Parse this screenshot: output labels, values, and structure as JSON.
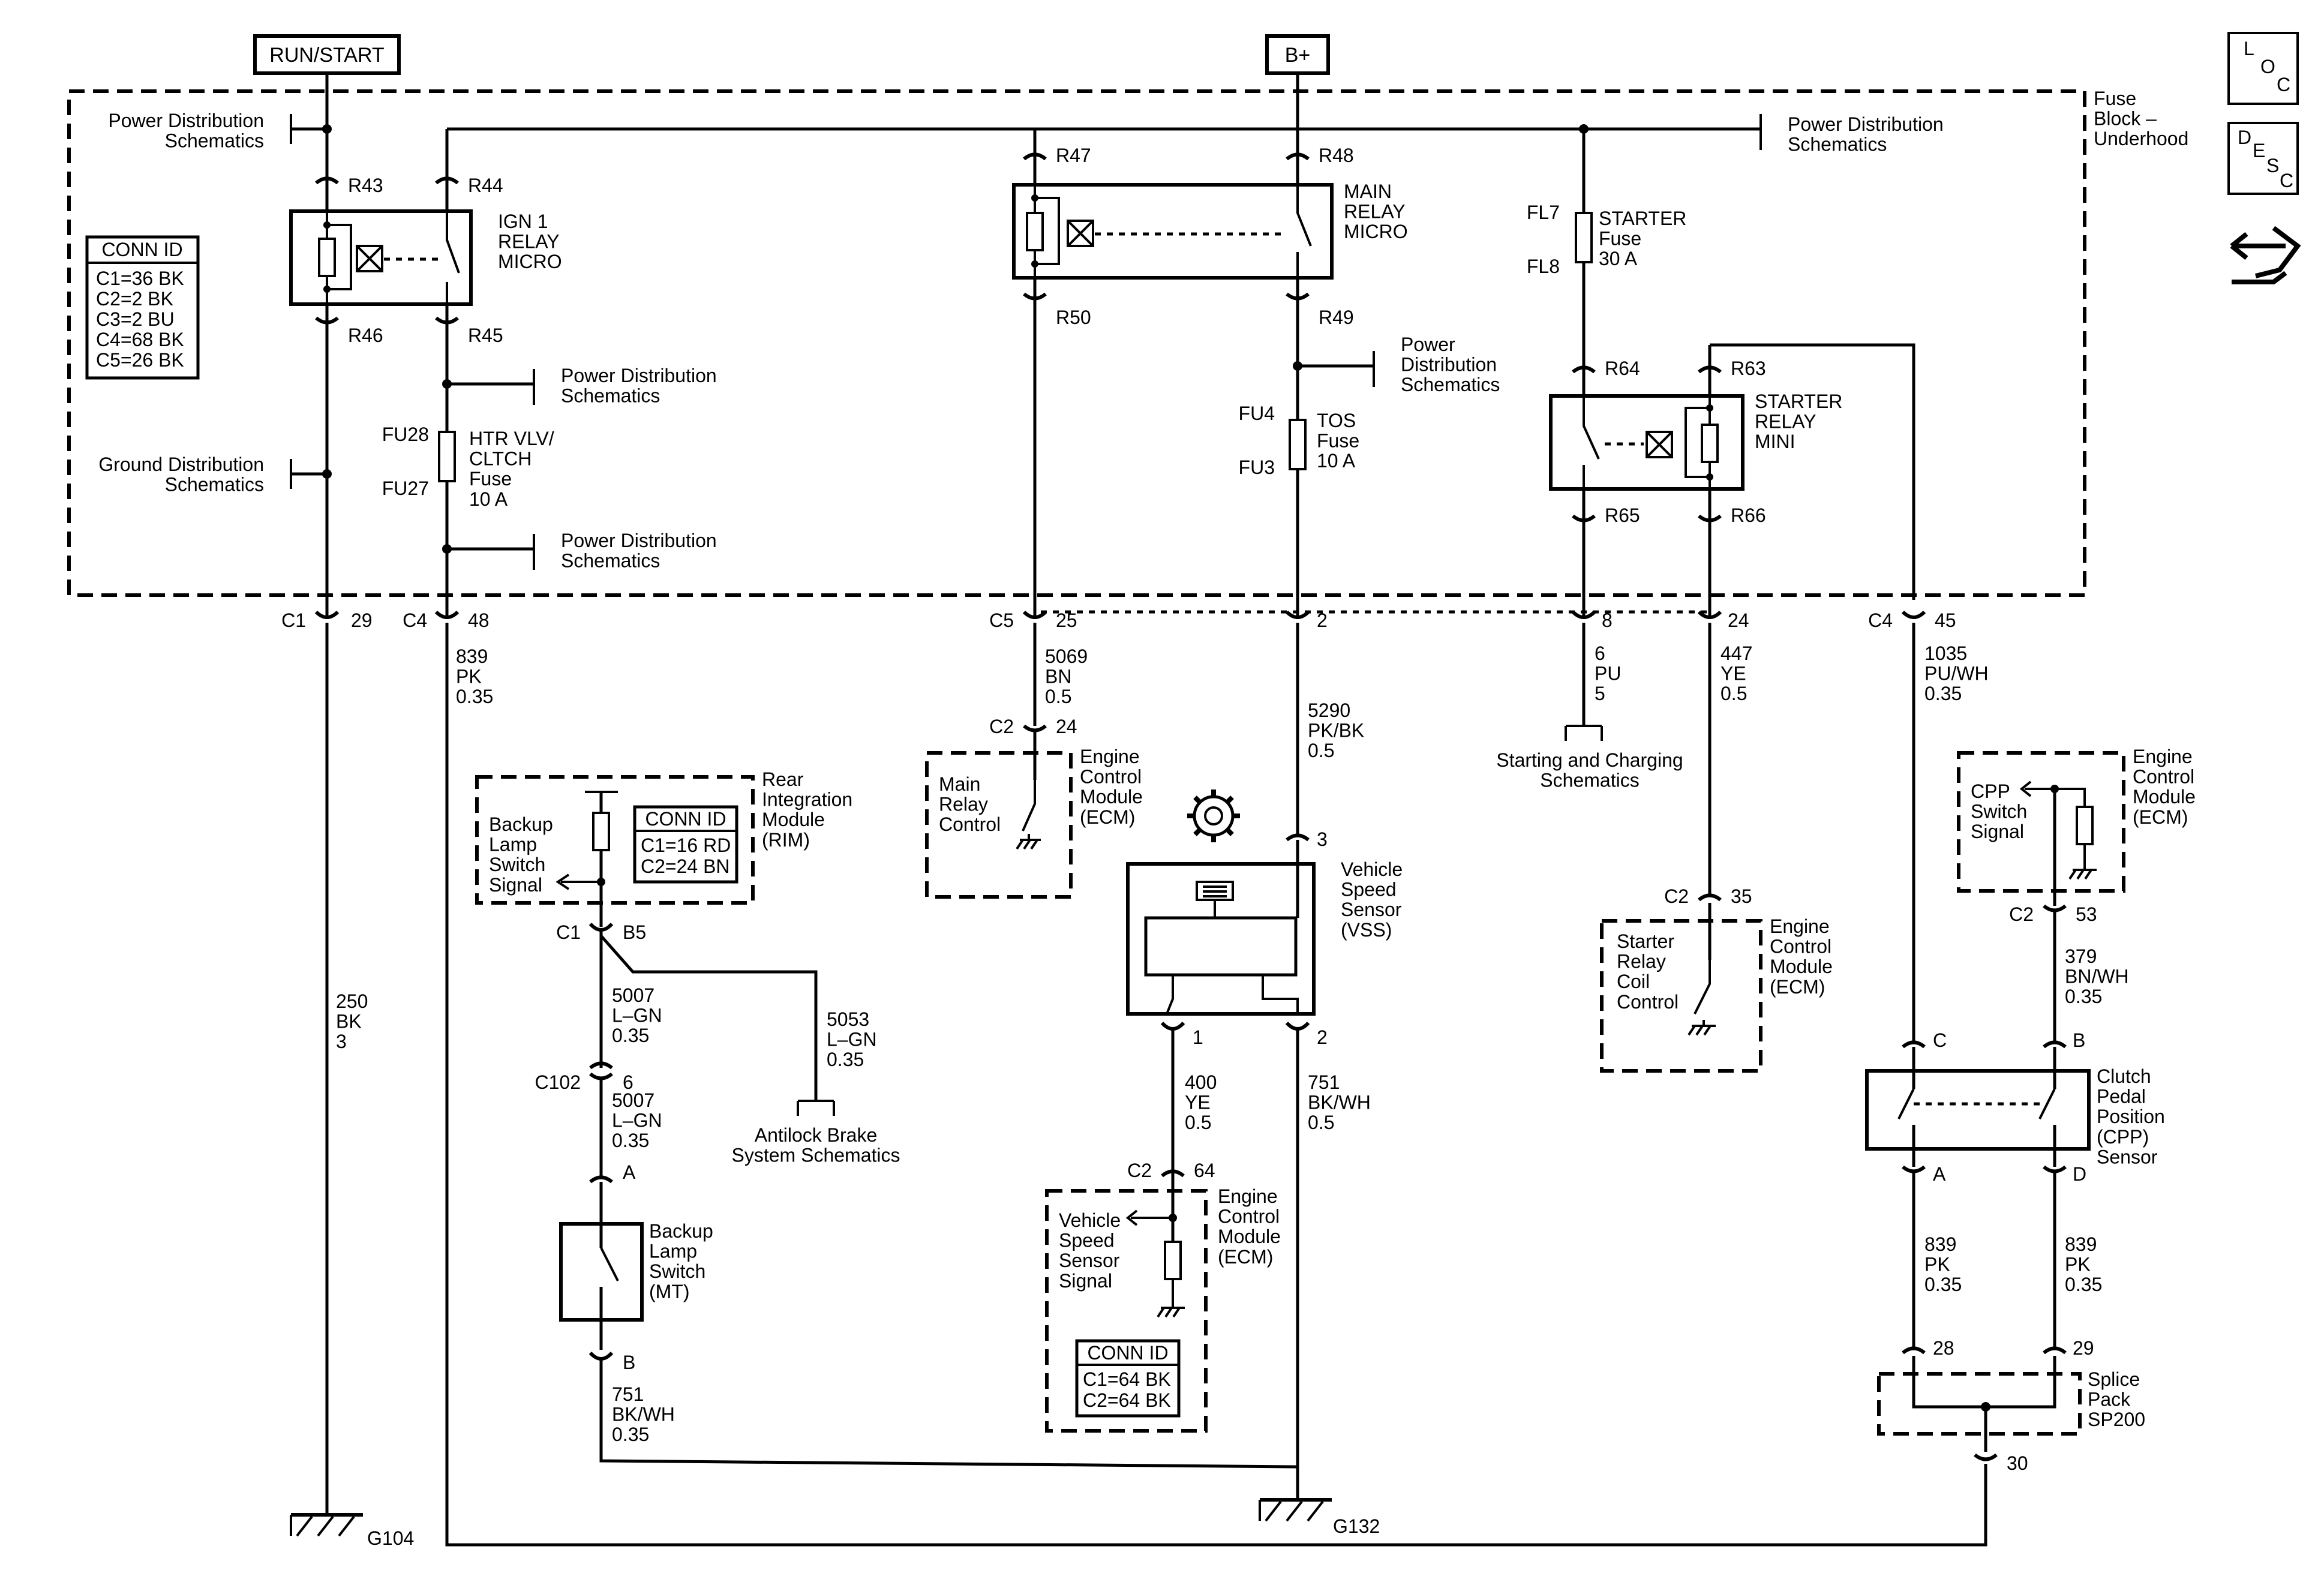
{
  "inputs": {
    "run_start": "RUN/START",
    "b_plus": "B+"
  },
  "fuse_block": {
    "title": "Fuse\nBlock –\nUnderhood"
  },
  "conn_id_fuse_block": {
    "title": "CONN ID",
    "lines": [
      "C1=36 BK",
      "C2=2 BK",
      "C3=2 BU",
      "C4=68 BK",
      "C5=26 BK"
    ]
  },
  "conn_id_rim": {
    "title": "CONN ID",
    "lines": [
      "C1=16 RD",
      "C2=24 BN"
    ]
  },
  "conn_id_ecm": {
    "title": "CONN ID",
    "lines": [
      "C1=64 BK",
      "C2=64 BK"
    ]
  },
  "nav": {
    "loc": [
      "L",
      "O",
      "C"
    ],
    "desc": [
      "D",
      "E",
      "S",
      "C"
    ]
  },
  "refs": {
    "pwr_dist": "Power Distribution\nSchematics",
    "pwr_dist_3": "Power\nDistribution\nSchematics",
    "gnd_dist": "Ground Distribution\nSchematics",
    "starting": "Starting and Charging\nSchematics",
    "antilock": "Antilock Brake\nSystem Schematics"
  },
  "components": {
    "ign1": "IGN 1\nRELAY\nMICRO",
    "main_relay": "MAIN\nRELAY\nMICRO",
    "starter_fuse": "STARTER\nFuse\n30 A",
    "starter_relay": "STARTER\nRELAY\nMINI",
    "htr_fuse": "HTR VLV/\nCLTCH\nFuse\n10 A",
    "tos_fuse": "TOS\nFuse\n10 A",
    "rim": "Rear\nIntegration\nModule\n(RIM)",
    "ecm": "Engine\nControl\nModule\n(ECM)",
    "vss": "Vehicle\nSpeed\nSensor\n(VSS)",
    "backup_switch": "Backup\nLamp\nSwitch\n(MT)",
    "cpp": "Clutch\nPedal\nPosition\n(CPP)\nSensor",
    "splice": "Splice\nPack\nSP200"
  },
  "signals": {
    "backup_signal": "Backup\nLamp\nSwitch\nSignal",
    "main_relay_ctrl": "Main\nRelay\nControl",
    "starter_coil": "Starter\nRelay\nCoil\nControl",
    "cpp_signal": "CPP\nSwitch\nSignal",
    "vss_signal": "Vehicle\nSpeed\nSensor\nSignal"
  },
  "terminals": {
    "R43": "R43",
    "R44": "R44",
    "R45": "R45",
    "R46": "R46",
    "R47": "R47",
    "R48": "R48",
    "R49": "R49",
    "R50": "R50",
    "R63": "R63",
    "R64": "R64",
    "R65": "R65",
    "R66": "R66",
    "FU28": "FU28",
    "FU27": "FU27",
    "FU4": "FU4",
    "FU3": "FU3",
    "FL7": "FL7",
    "FL8": "FL8"
  },
  "connectors": {
    "c1_29": [
      "C1",
      "29"
    ],
    "c4_48": [
      "C4",
      "48"
    ],
    "c5_25": [
      "C5",
      "25"
    ],
    "x_2": [
      "",
      "2"
    ],
    "x_8": [
      "",
      "8"
    ],
    "x_24": [
      "",
      "24"
    ],
    "c4_45": [
      "C4",
      "45"
    ],
    "c2_24": [
      "C2",
      "24"
    ],
    "x_3": [
      "",
      "3"
    ],
    "c1_b5": [
      "C1",
      "B5"
    ],
    "c102_6": [
      "C102",
      "6"
    ],
    "x_a": [
      "",
      "A"
    ],
    "x_b": [
      "",
      "B"
    ],
    "vss_1": [
      "",
      "1"
    ],
    "vss_2": [
      "",
      "2"
    ],
    "c2_64": [
      "C2",
      "64"
    ],
    "c2_35": [
      "C2",
      "35"
    ],
    "c2_53": [
      "C2",
      "53"
    ],
    "cpp_c": [
      "",
      "C"
    ],
    "cpp_b": [
      "",
      "B"
    ],
    "cpp_a": [
      "",
      "A"
    ],
    "cpp_d": [
      "",
      "D"
    ],
    "sp_28": [
      "",
      "28"
    ],
    "sp_29": [
      "",
      "29"
    ],
    "sp_30": [
      "",
      "30"
    ]
  },
  "wires": {
    "w250": "250\nBK\n3",
    "w839": "839\nPK\n0.35",
    "w5069": "5069\nBN\n0.5",
    "w5290": "5290\nPK/BK\n0.5",
    "w6": "6\nPU\n5",
    "w447": "447\nYE\n0.5",
    "w1035": "1035\nPU/WH\n0.35",
    "w5007a": "5007\nL–GN\n0.35",
    "w5053": "5053\nL–GN\n0.35",
    "w5007b": "5007\nL–GN\n0.35",
    "w751a": "751\nBK/WH\n0.35",
    "w400": "400\nYE\n0.5",
    "w751b": "751\nBK/WH\n0.5",
    "w379": "379\nBN/WH\n0.35",
    "w839a": "839\nPK\n0.35",
    "w839d": "839\nPK\n0.35"
  },
  "grounds": {
    "g104": "G104",
    "g132": "G132"
  }
}
